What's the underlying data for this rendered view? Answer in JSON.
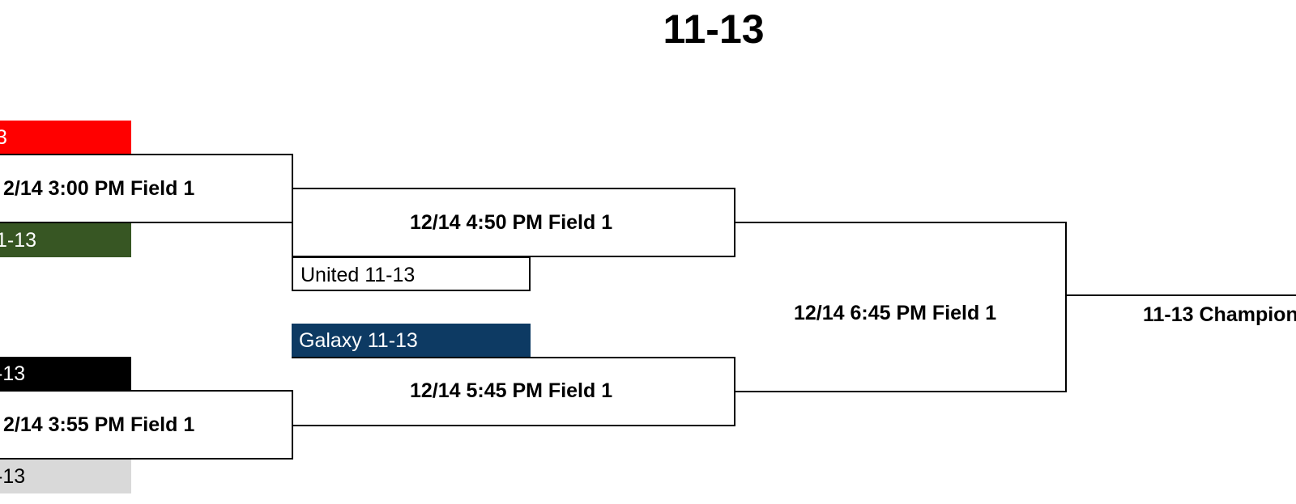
{
  "title": "11-13",
  "teams": {
    "r1_top_a": {
      "label": "3",
      "bg": "#ff0000",
      "color": "#ffffff"
    },
    "r1_top_b": {
      "label": "1-13",
      "bg": "#375623",
      "color": "#ffffff"
    },
    "r1_bot_a": {
      "label": "-13",
      "bg": "#000000",
      "color": "#ffffff"
    },
    "r1_bot_b": {
      "label": "-13",
      "bg": "#d9d9d9",
      "color": "#000000"
    },
    "r2_top_bye": {
      "label": "United 11-13",
      "bg": "#ffffff",
      "color": "#000000"
    },
    "r2_bot_bye": {
      "label": "Galaxy 11-13",
      "bg": "#0d3a63",
      "color": "#ffffff"
    }
  },
  "matches": {
    "m1": "2/14 3:00 PM Field 1",
    "m2": "2/14 3:55 PM Field 1",
    "m3": "12/14 4:50 PM Field 1",
    "m4": "12/14 5:45 PM Field 1",
    "m5": "12/14 6:45 PM Field 1",
    "final": "11-13 Champion"
  }
}
